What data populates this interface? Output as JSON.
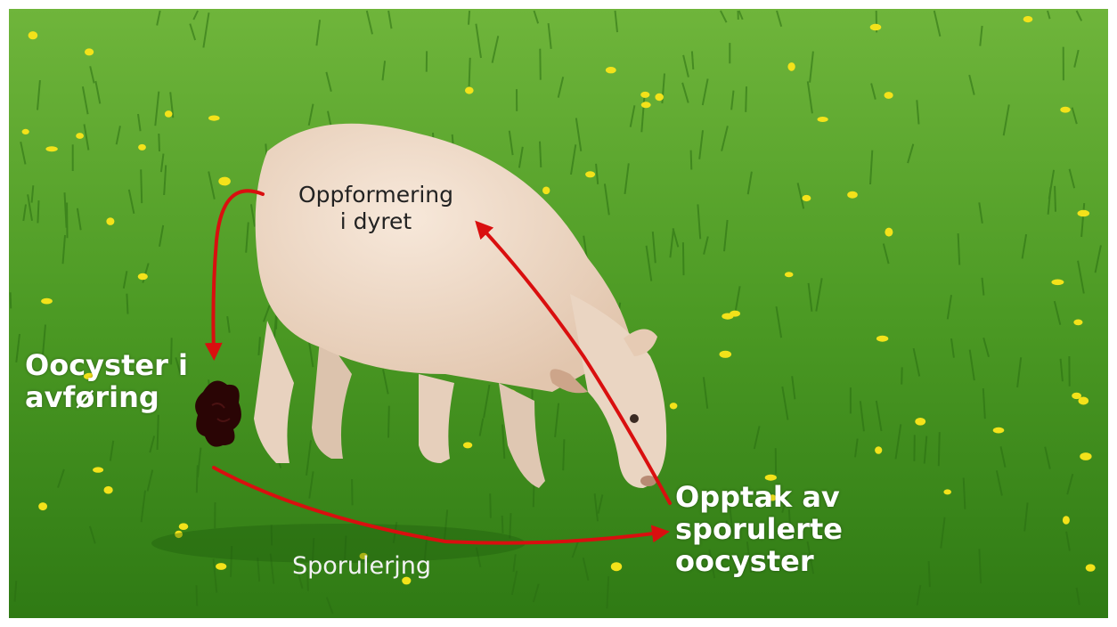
{
  "diagram": {
    "labels": {
      "multiplication": "Oppformering\ni dyret",
      "oocysts_in_feces": "Oocyster i\navføring",
      "uptake": "Opptak av\nsporulerte\noocyster",
      "sporulation": "Sporulerjng"
    }
  },
  "colors": {
    "arrow": "#d90f0f",
    "grass": "#3f8f1e",
    "lamb_wool": "#efd9c6",
    "label_dark": "#222222",
    "label_light": "#ffffff"
  },
  "icons": [
    "lamb-illustration",
    "feces-icon",
    "arrow-icon"
  ]
}
